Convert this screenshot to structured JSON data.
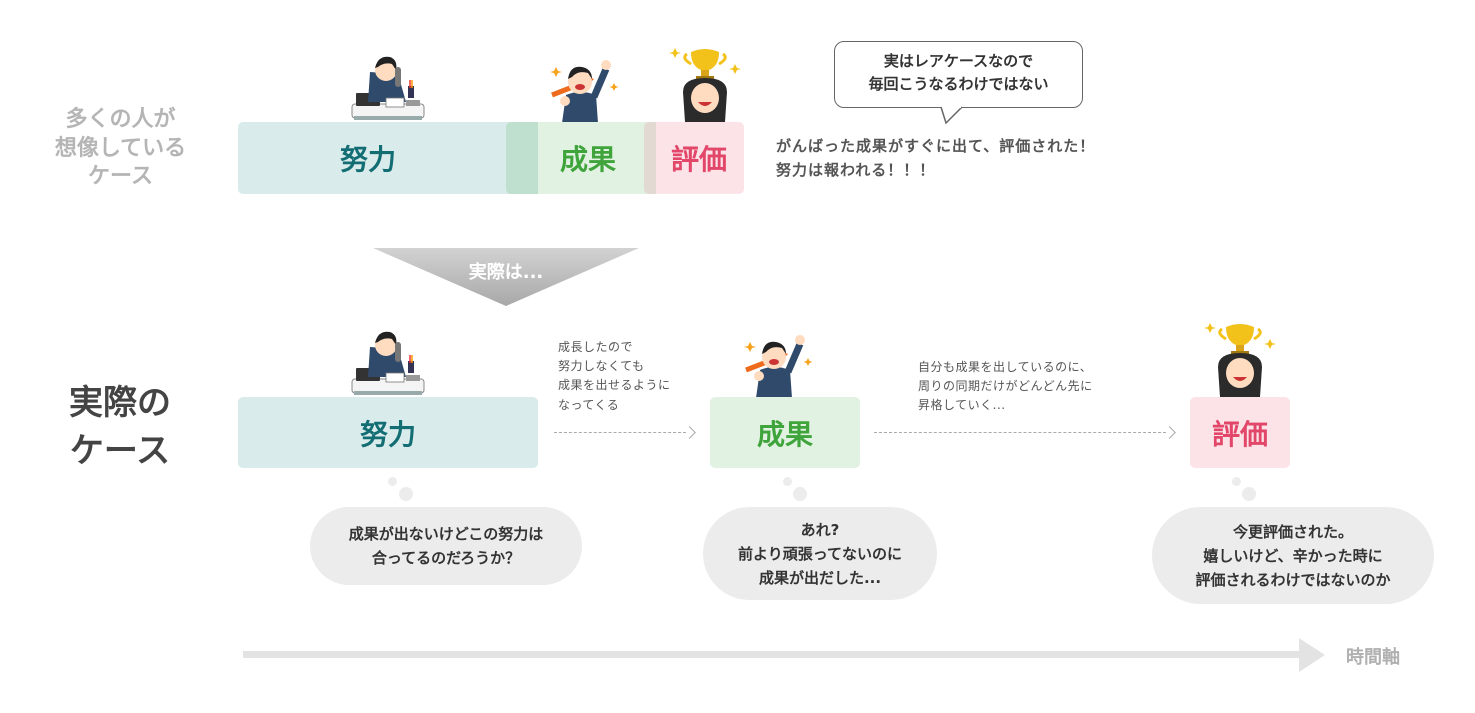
{
  "imagined_case": {
    "label": "多くの人が\n想像している\nケース",
    "label_lines": [
      "多くの人が",
      "想像している",
      "ケース"
    ],
    "boxes": {
      "effort": "努力",
      "result": "成果",
      "evaluation": "評価"
    },
    "speech_bubble": [
      "実はレアケースなので",
      "毎回こうなるわけではない"
    ],
    "note": [
      "がんばった成果がすぐに出て、評価された！",
      "努力は報われる！！！"
    ]
  },
  "transition": {
    "label": "実際は..."
  },
  "actual_case": {
    "label_lines": [
      "実際の",
      "ケース"
    ],
    "boxes": {
      "effort": "努力",
      "result": "成果",
      "evaluation": "評価"
    },
    "flow_notes": [
      [
        "成長したので",
        "努力しなくても",
        "成果を出せるように",
        "なってくる"
      ],
      [
        "自分も成果を出しているのに、",
        "周りの同期だけがどんどん先に",
        "昇格していく..."
      ]
    ],
    "thoughts": [
      [
        "成果が出ないけどこの努力は",
        "合ってるのだろうか？"
      ],
      [
        "あれ?",
        "前より頑張ってないのに",
        "成果が出だした..."
      ],
      [
        "今更評価された。",
        "嬉しいけど、辛かった時に",
        "評価されるわけではないのか"
      ]
    ]
  },
  "timeline": {
    "label": "時間軸"
  },
  "colors": {
    "effort_bg": "#d9ebeb",
    "effort_text": "#136e74",
    "result_bg": "#e2f2e2",
    "result_text": "#3fa43b",
    "eval_bg": "#fbe3e8",
    "eval_text": "#e24668",
    "thought_bg": "#ececec",
    "timeline": "#e3e3e3"
  },
  "illustrations": {
    "effort": "businessman-working-at-desk-on-phone",
    "result": "businessman-cheering-with-rising-arrow",
    "evaluation": "woman-holding-trophy"
  }
}
